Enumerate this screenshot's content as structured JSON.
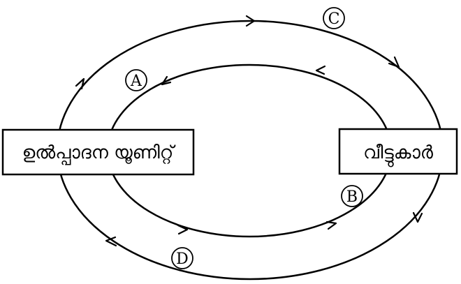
{
  "diagram": {
    "nodes": {
      "production_unit": "ഉൽപ്പാദന യൂണിറ്റ്",
      "households": "വീട്ടുകാർ"
    },
    "flows": {
      "A": "A",
      "B": "B",
      "C": "C",
      "D": "D"
    },
    "colors": {
      "stroke": "#000000",
      "background": "#ffffff"
    }
  }
}
